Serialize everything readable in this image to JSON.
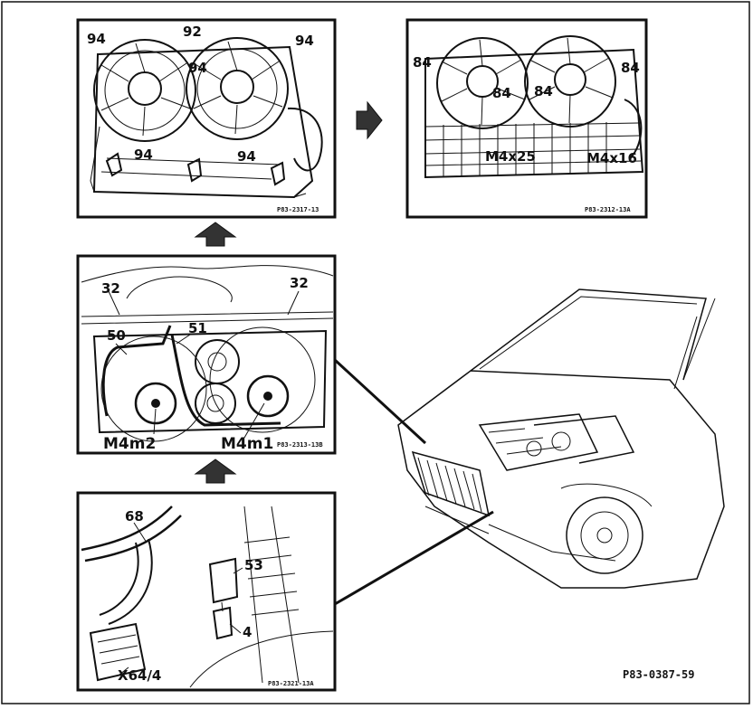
{
  "drawing": {
    "panel_fans_removed": {
      "labels": [
        "94",
        "92",
        "94",
        "94",
        "94",
        "94"
      ],
      "ref": "P83-2317-13"
    },
    "panel_fans_installed": {
      "labels": [
        "84",
        "84",
        "84",
        "84",
        "M4x25",
        "M4x16"
      ],
      "ref": "P83-2312-13A"
    },
    "panel_fan_motors": {
      "labels": [
        "32",
        "32",
        "50",
        "51",
        "M4m2",
        "M4m1"
      ],
      "ref": "P83-2313-13B"
    },
    "panel_connector": {
      "labels": [
        "68",
        "53",
        "4",
        "X64/4"
      ],
      "ref": "P83-2321-13A"
    },
    "document_number": "P83-0387-59"
  }
}
